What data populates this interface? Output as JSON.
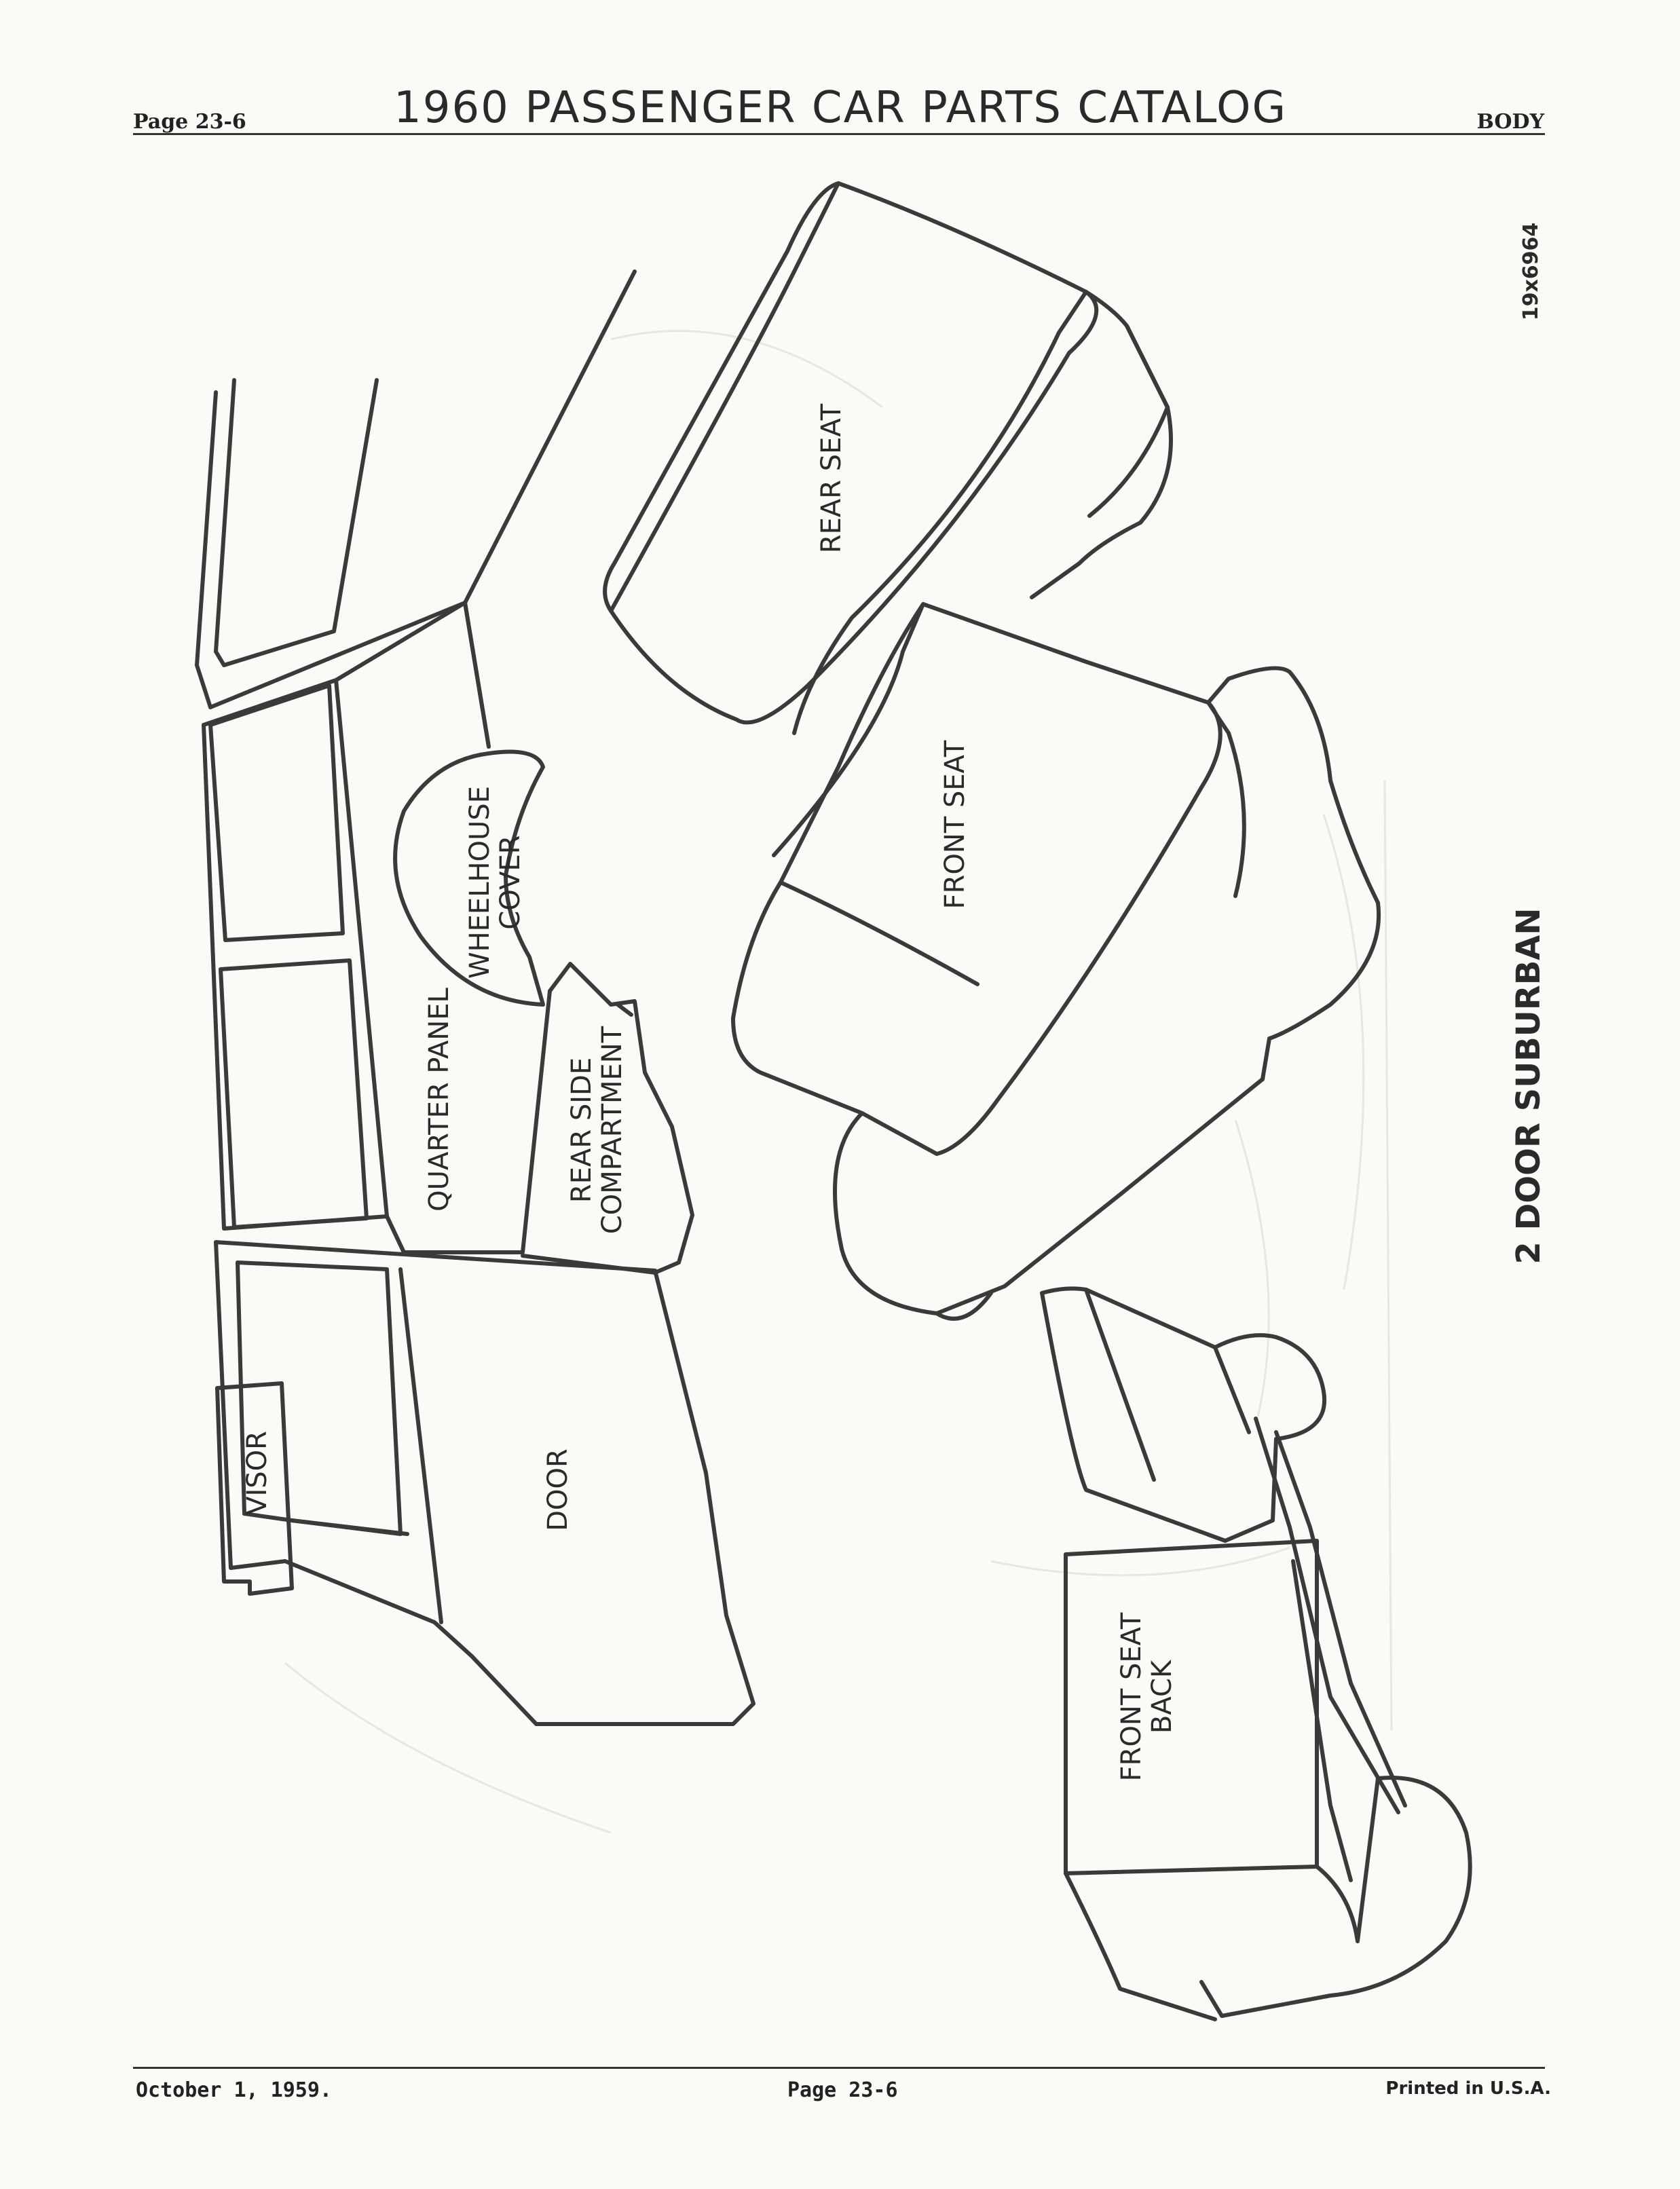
{
  "header": {
    "page_label": "Page 23-6",
    "title": "1960 PASSENGER CAR PARTS CATALOG",
    "section": "BODY"
  },
  "drawing": {
    "reference_number": "19x6964",
    "model_caption": "2 DOOR SUBURBAN",
    "labels": {
      "rear_seat": "REAR SEAT",
      "front_seat": "FRONT SEAT",
      "wheelhouse_line1": "WHEELHOUSE",
      "wheelhouse_line2": "COVER",
      "quarter_panel": "QUARTER PANEL",
      "rear_side_line1": "REAR SIDE",
      "rear_side_line2": "COMPARTMENT",
      "visor": "VISOR",
      "door": "DOOR",
      "front_seat_back_line1": "FRONT SEAT",
      "front_seat_back_line2": "BACK"
    }
  },
  "footer": {
    "date": "October 1, 1959.",
    "page_label": "Page 23-6",
    "printed": "Printed in U.S.A."
  }
}
